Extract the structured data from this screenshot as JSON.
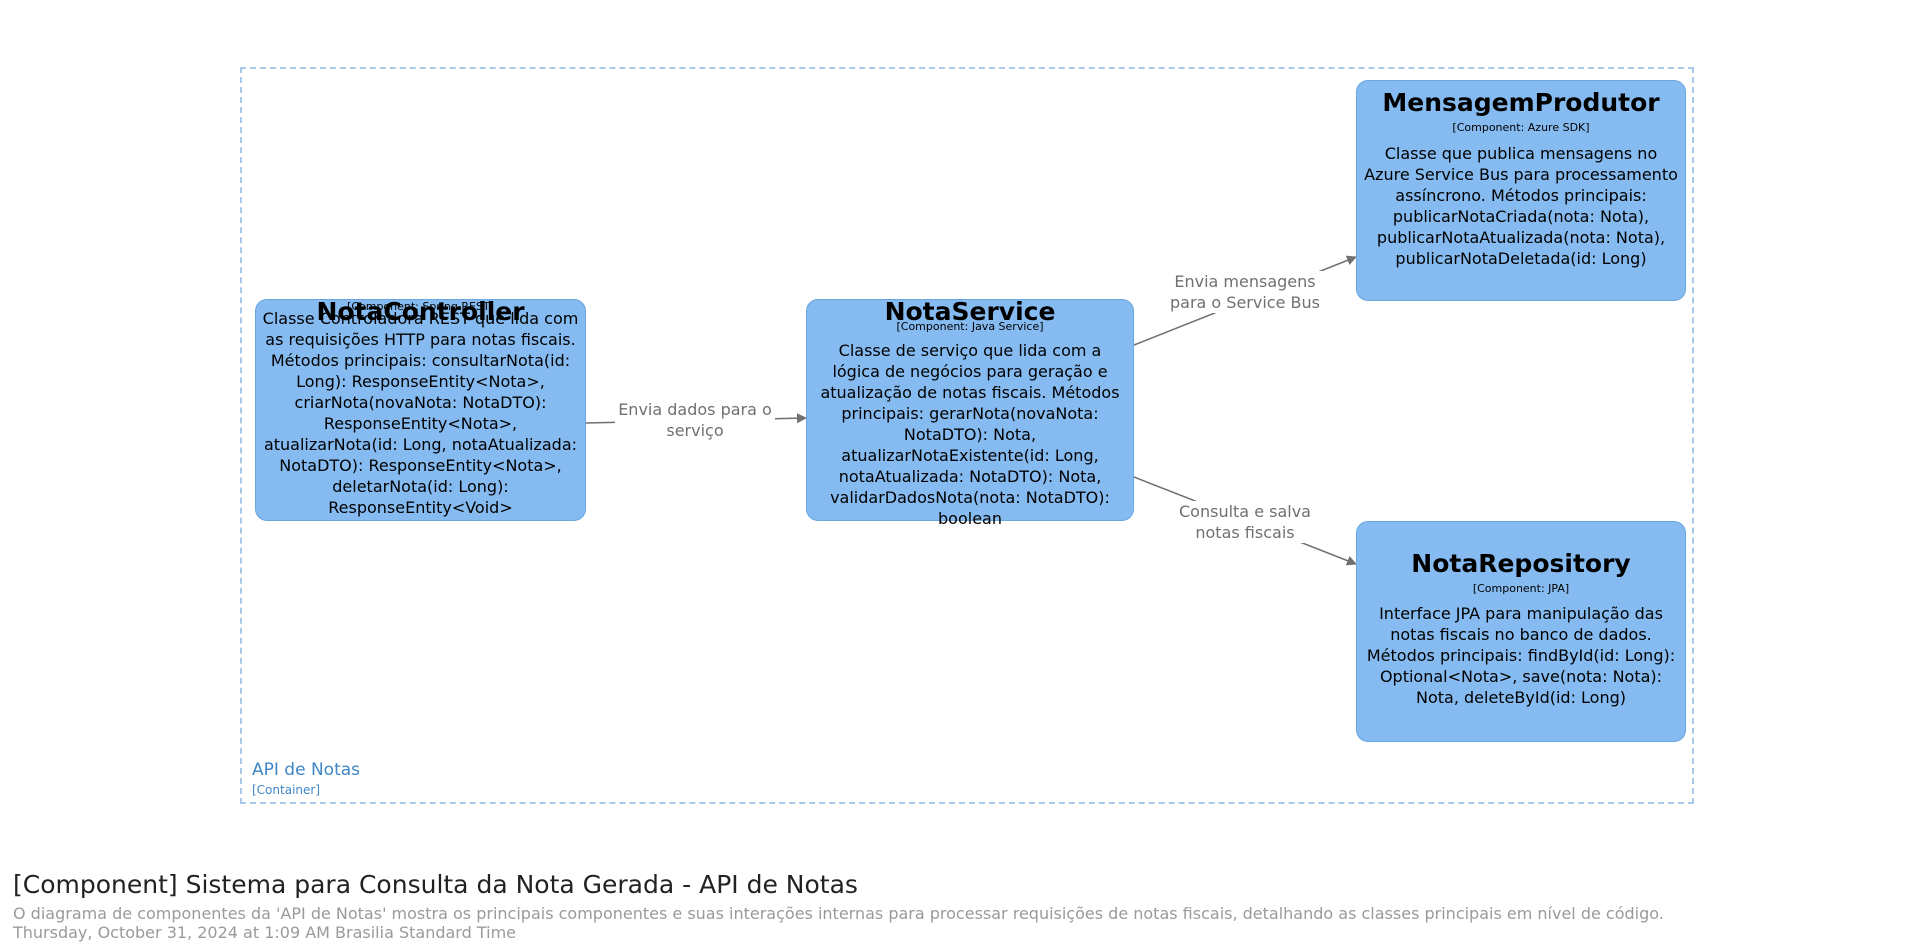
{
  "container": {
    "name": "API de Notas",
    "technology": "[Container]"
  },
  "components": {
    "nota_controller": {
      "name": "NotaController",
      "technology": "[Component: Spring REST]",
      "description": "Classe Controladora REST que lida com as requisições HTTP para notas fiscais. Métodos principais: consultarNota(id: Long): ResponseEntity<Nota>, criarNota(novaNota: NotaDTO): ResponseEntity<Nota>, atualizarNota(id: Long, notaAtualizada: NotaDTO): ResponseEntity<Nota>, deletarNota(id: Long): ResponseEntity<Void>"
    },
    "nota_service": {
      "name": "NotaService",
      "technology": "[Component: Java Service]",
      "description": "Classe de serviço que lida com a lógica de negócios para geração e atualização de notas fiscais. Métodos principais: gerarNota(novaNota: NotaDTO): Nota, atualizarNotaExistente(id: Long, notaAtualizada: NotaDTO): Nota, validarDadosNota(nota: NotaDTO): boolean"
    },
    "mensagem_produtor": {
      "name": "MensagemProdutor",
      "technology": "[Component: Azure SDK]",
      "description": "Classe que publica mensagens no Azure Service Bus para processamento assíncrono. Métodos principais: publicarNotaCriada(nota: Nota), publicarNotaAtualizada(nota: Nota), publicarNotaDeletada(id: Long)"
    },
    "nota_repository": {
      "name": "NotaRepository",
      "technology": "[Component: JPA]",
      "description": "Interface JPA para manipulação das notas fiscais no banco de dados. Métodos principais: findById(id: Long): Optional<Nota>, save(nota: Nota): Nota, deleteById(id: Long)"
    }
  },
  "relationships": {
    "controller_to_service": "Envia dados para o serviço",
    "service_to_produtor": "Envia mensagens para o Service Bus",
    "service_to_repository": "Consulta e salva notas fiscais"
  },
  "footer": {
    "title": "[Component] Sistema para Consulta da Nota Gerada - API de Notas",
    "description": "O diagrama de componentes da 'API de Notas' mostra os principais componentes e suas interações internas para processar requisições de notas fiscais, detalhando as classes principais em nível de código.",
    "timestamp": "Thursday, October 31, 2024 at 1:09 AM Brasilia Standard Time"
  },
  "colors": {
    "component_fill": "#85bbf0",
    "component_border": "#6aa6e0",
    "boundary": "#a9c9ea",
    "boundary_label": "#3f86c7",
    "relationship": "#707070"
  }
}
